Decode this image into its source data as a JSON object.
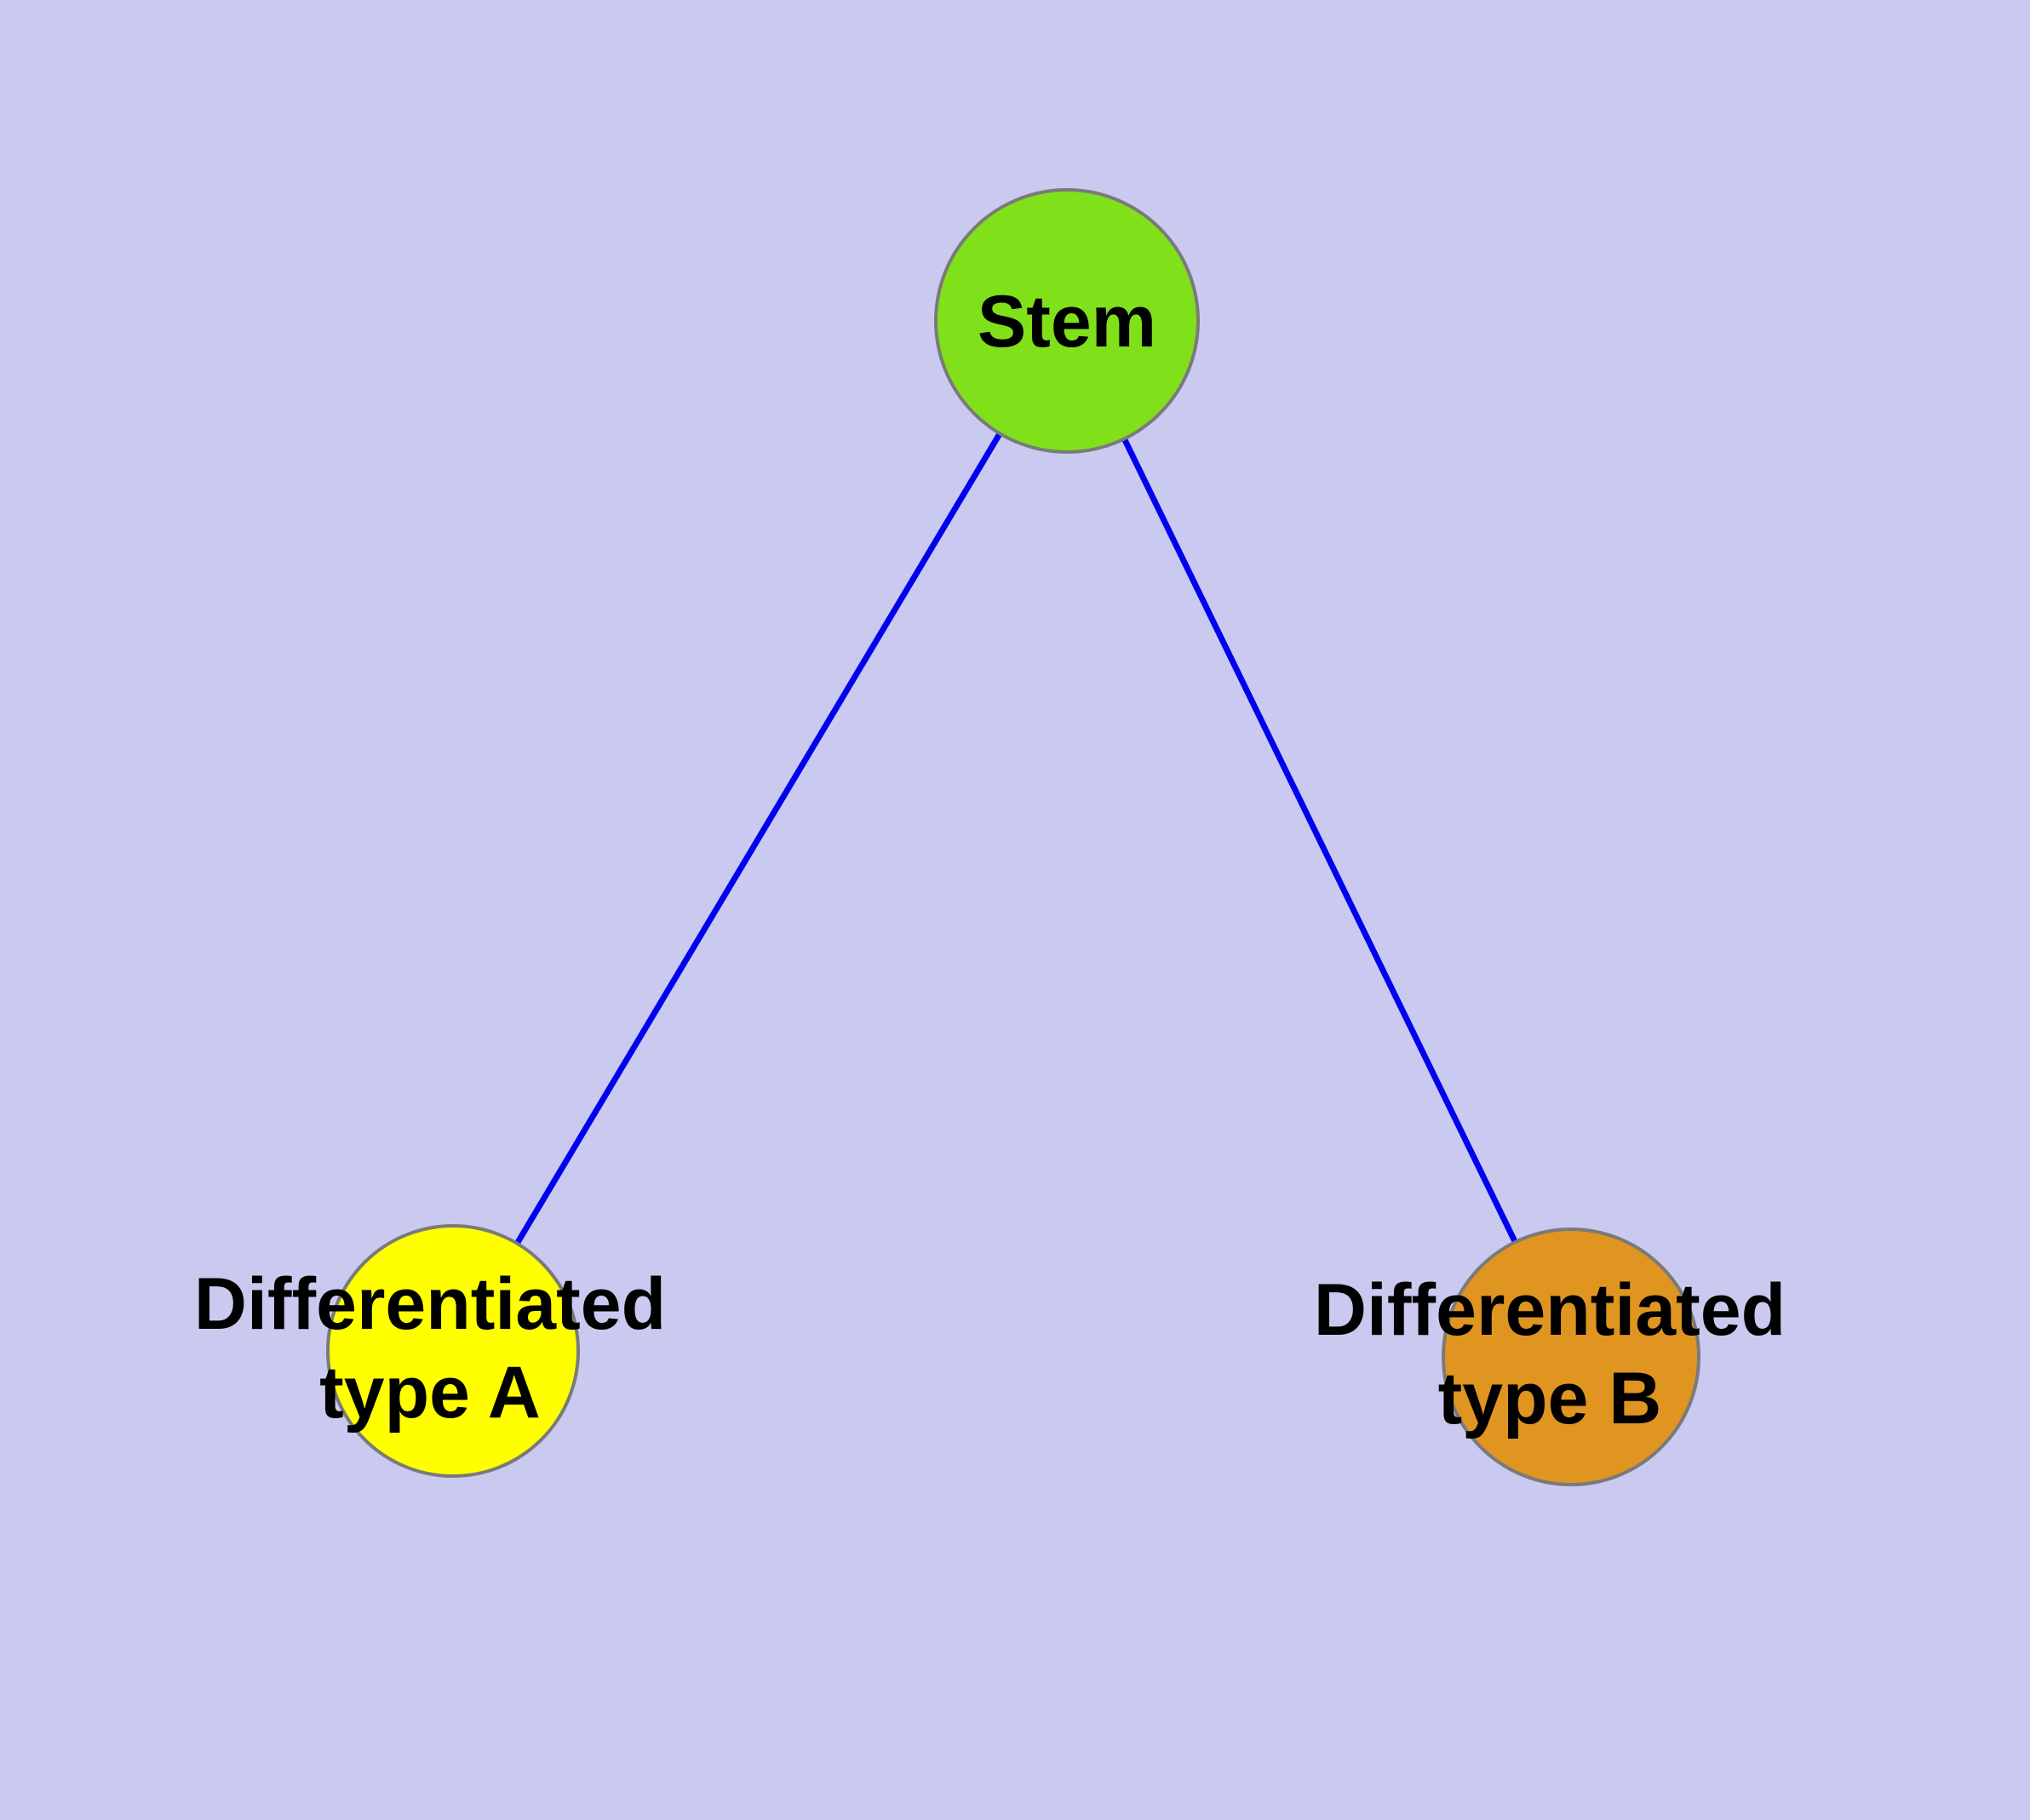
{
  "diagram": {
    "background_color": "#cacaf0",
    "node_border_color": "#7a7a7a",
    "edge_color": "#0000ee",
    "text_color": "#000000",
    "nodes": [
      {
        "id": "stem",
        "label_lines": [
          "Stem"
        ],
        "fill_color": "#80e01a"
      },
      {
        "id": "differentiated-type-a",
        "label_lines": [
          "Differentiated",
          "type A"
        ],
        "fill_color": "#ffff00"
      },
      {
        "id": "differentiated-type-b",
        "label_lines": [
          "Differentiated",
          "type B"
        ],
        "fill_color": "#df9520"
      }
    ],
    "edges": [
      {
        "from": "Stem",
        "to": "Differentiated type A"
      },
      {
        "from": "Stem",
        "to": "Differentiated type B"
      }
    ]
  }
}
